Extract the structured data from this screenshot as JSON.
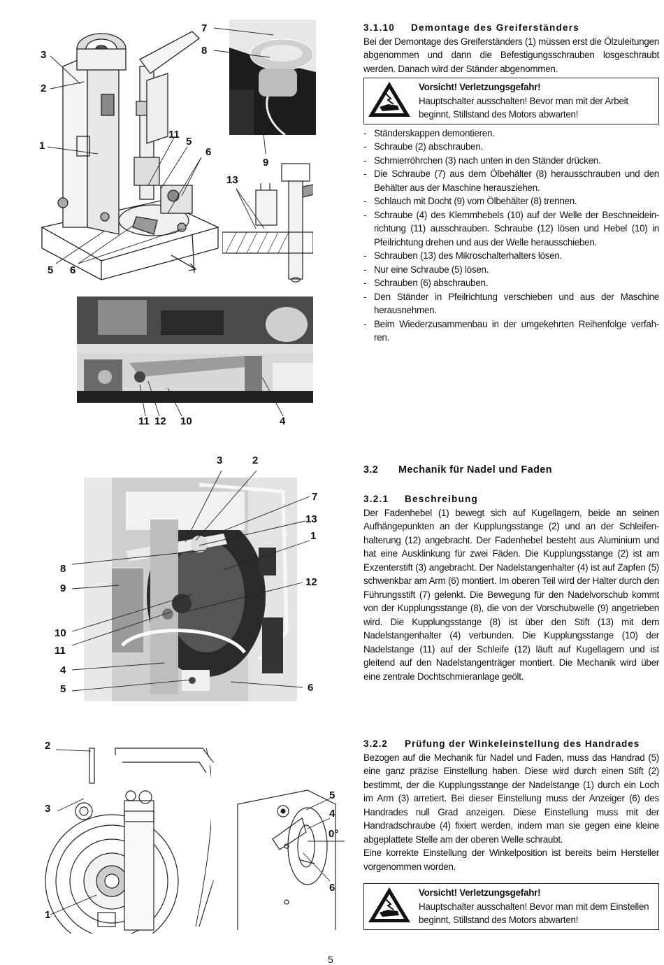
{
  "section_3_1_10": {
    "number": "3.1.10",
    "title": "Demontage des Greiferständers",
    "intro": "Bei der Demontage des Greiferständers (1) müssen erst die Ölzuleitungen abgenommen und dann die Befestigungsschrauben losgeschraubt werden. Danach wird der Ständer abgenommen.",
    "warning_title": "Vorsicht! Verletzungsgefahr!",
    "warning_text": "Hauptschalter ausschalten! Bevor man mit der Arbeit beginnt, Stillstand des Motors abwarten!",
    "steps": [
      "Ständerskappen demontieren.",
      "Schraube (2) abschrauben.",
      "Schmierröhrchen (3) nach unten in den Ständer drücken.",
      "Die Schraube (7) aus dem Ölbehälter (8) herausschrauben und den Behälter aus der Maschine herausziehen.",
      "Schlauch mit Docht (9) vom Ölbehälter (8) trennen.",
      "Schraube (4) des Klemmhebels (10) auf der Welle der Beschneidein-richtung  (11) ausschrauben. Schraube (12) lösen und Hebel (10) in Pfeilrichtung drehen und aus der Welle herausschieben.",
      "Schrauben (13) des Mikroschalterhalters lösen.",
      "Nur eine Schraube (5) lösen.",
      "Schrauben (6) abschrauben.",
      "Den Ständer in Pfeilrichtung verschieben und aus der Maschine herausnehmen.",
      "Beim Wiederzusammenbau in der umgekehrten Reihenfolge verfah-ren."
    ]
  },
  "section_3_2": {
    "number": "3.2",
    "title": "Mechanik für Nadel und Faden"
  },
  "section_3_2_1": {
    "number": "3.2.1",
    "title": "Beschreibung",
    "body": "Der Fadenhebel (1) bewegt sich auf Kugellagern, beide an seinen Aufhängepunkten an der Kupplungsstange (2) und an der Schleifen-halterung (12) angebracht. Der Fadenhebel besteht aus Aluminium und hat eine Ausklinkung für zwei Fäden. Die Kupplungsstange (2) ist am Exzenterstift (3) angebracht. Der Nadelstangenhalter (4) ist auf Zapfen (5) schwenkbar am Arm (6) montiert. Im oberen Teil wird der Halter durch den Führungsstift (7) gelenkt. Die Bewegung für den Nadelvorschub kommt von der Kupplungsstange (8), die von der Vorschubwelle (9) angetrieben wird. Die Kupplungsstange (8) ist über den Stift (13) mit dem Nadelstangenhalter (4) verbunden. Die Kupplungsstange (10) der Nadelstange (11) auf der Schleife (12) läuft auf Kugellagern und ist gleitend auf den Nadelstangenträger montiert. Die Mechanik wird über eine zentrale Dochtschmieranlage geölt."
  },
  "section_3_2_2": {
    "number": "3.2.2",
    "title": "Prüfung der Winkeleinstellung des Handrades",
    "body1": "Bezogen auf die Mechanik für Nadel und Faden, muss das Handrad (5) eine ganz präzise Einstellung haben. Diese wird durch einen Stift (2) bestimmt, der die Kupplungsstange der Nadelstange (1) durch ein Loch im Arm (3) arretiert. Bei dieser Einstellung muss der Anzeiger (6) des Handrades null Grad anzeigen. Diese Einstellung muss mit der Handradschraube (4) fixiert werden, indem man sie gegen eine kleine abgeplattete Stelle am der oberen Welle schraubt.",
    "body2": "Eine korrekte Einstellung der Winkelposition ist bereits beim Hersteller vorgenommen worden.",
    "warning_title": "Vorsicht! Verletzungsgefahr!",
    "warning_text": "Hauptschalter ausschalten! Bevor man mit dem Einstellen beginnt, Stillstand des Motors abwarten!"
  },
  "figures": {
    "fig1_labels": [
      "7",
      "8",
      "3",
      "2",
      "1",
      "11",
      "5",
      "6",
      "9",
      "13",
      "5",
      "6"
    ],
    "fig2_labels": [
      "11",
      "12",
      "10",
      "4"
    ],
    "fig3_labels": [
      "3",
      "2",
      "7",
      "13",
      "1",
      "8",
      "9",
      "12",
      "10",
      "11",
      "4",
      "5",
      "6"
    ],
    "fig4_labels": [
      "2",
      "3",
      "1",
      "5",
      "4",
      "0°",
      "6"
    ]
  },
  "page_number": "5"
}
